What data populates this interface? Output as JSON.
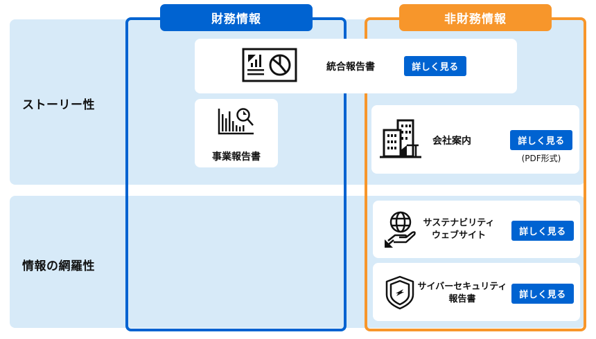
{
  "rows": [
    {
      "label": "ストーリー性"
    },
    {
      "label": "情報の網羅性"
    }
  ],
  "columns": {
    "financial": {
      "label": "財務情報",
      "color": "#0063d1"
    },
    "non_financial": {
      "label": "非財務情報",
      "color": "#f7962b"
    }
  },
  "colors": {
    "row_background": "#d7eaf8",
    "button": "#0063d1",
    "card": "#ffffff"
  },
  "cards": {
    "integrated_report": {
      "title": "統合報告書",
      "button": "詳しく見る",
      "icon": "report-chart-icon"
    },
    "business_report": {
      "title": "事業報告書",
      "icon": "analysis-chart-icon"
    },
    "company_profile": {
      "title": "会社案内",
      "button": "詳しく見る",
      "note": "(PDF形式)",
      "icon": "building-icon"
    },
    "sustainability": {
      "title_line1": "サステナビリティ",
      "title_line2": "ウェブサイト",
      "button": "詳しく見る",
      "icon": "globe-hand-icon"
    },
    "cybersecurity": {
      "title_line1": "サイバーセキュリティ",
      "title_line2": "報告書",
      "button": "詳しく見る",
      "icon": "shield-icon"
    }
  }
}
